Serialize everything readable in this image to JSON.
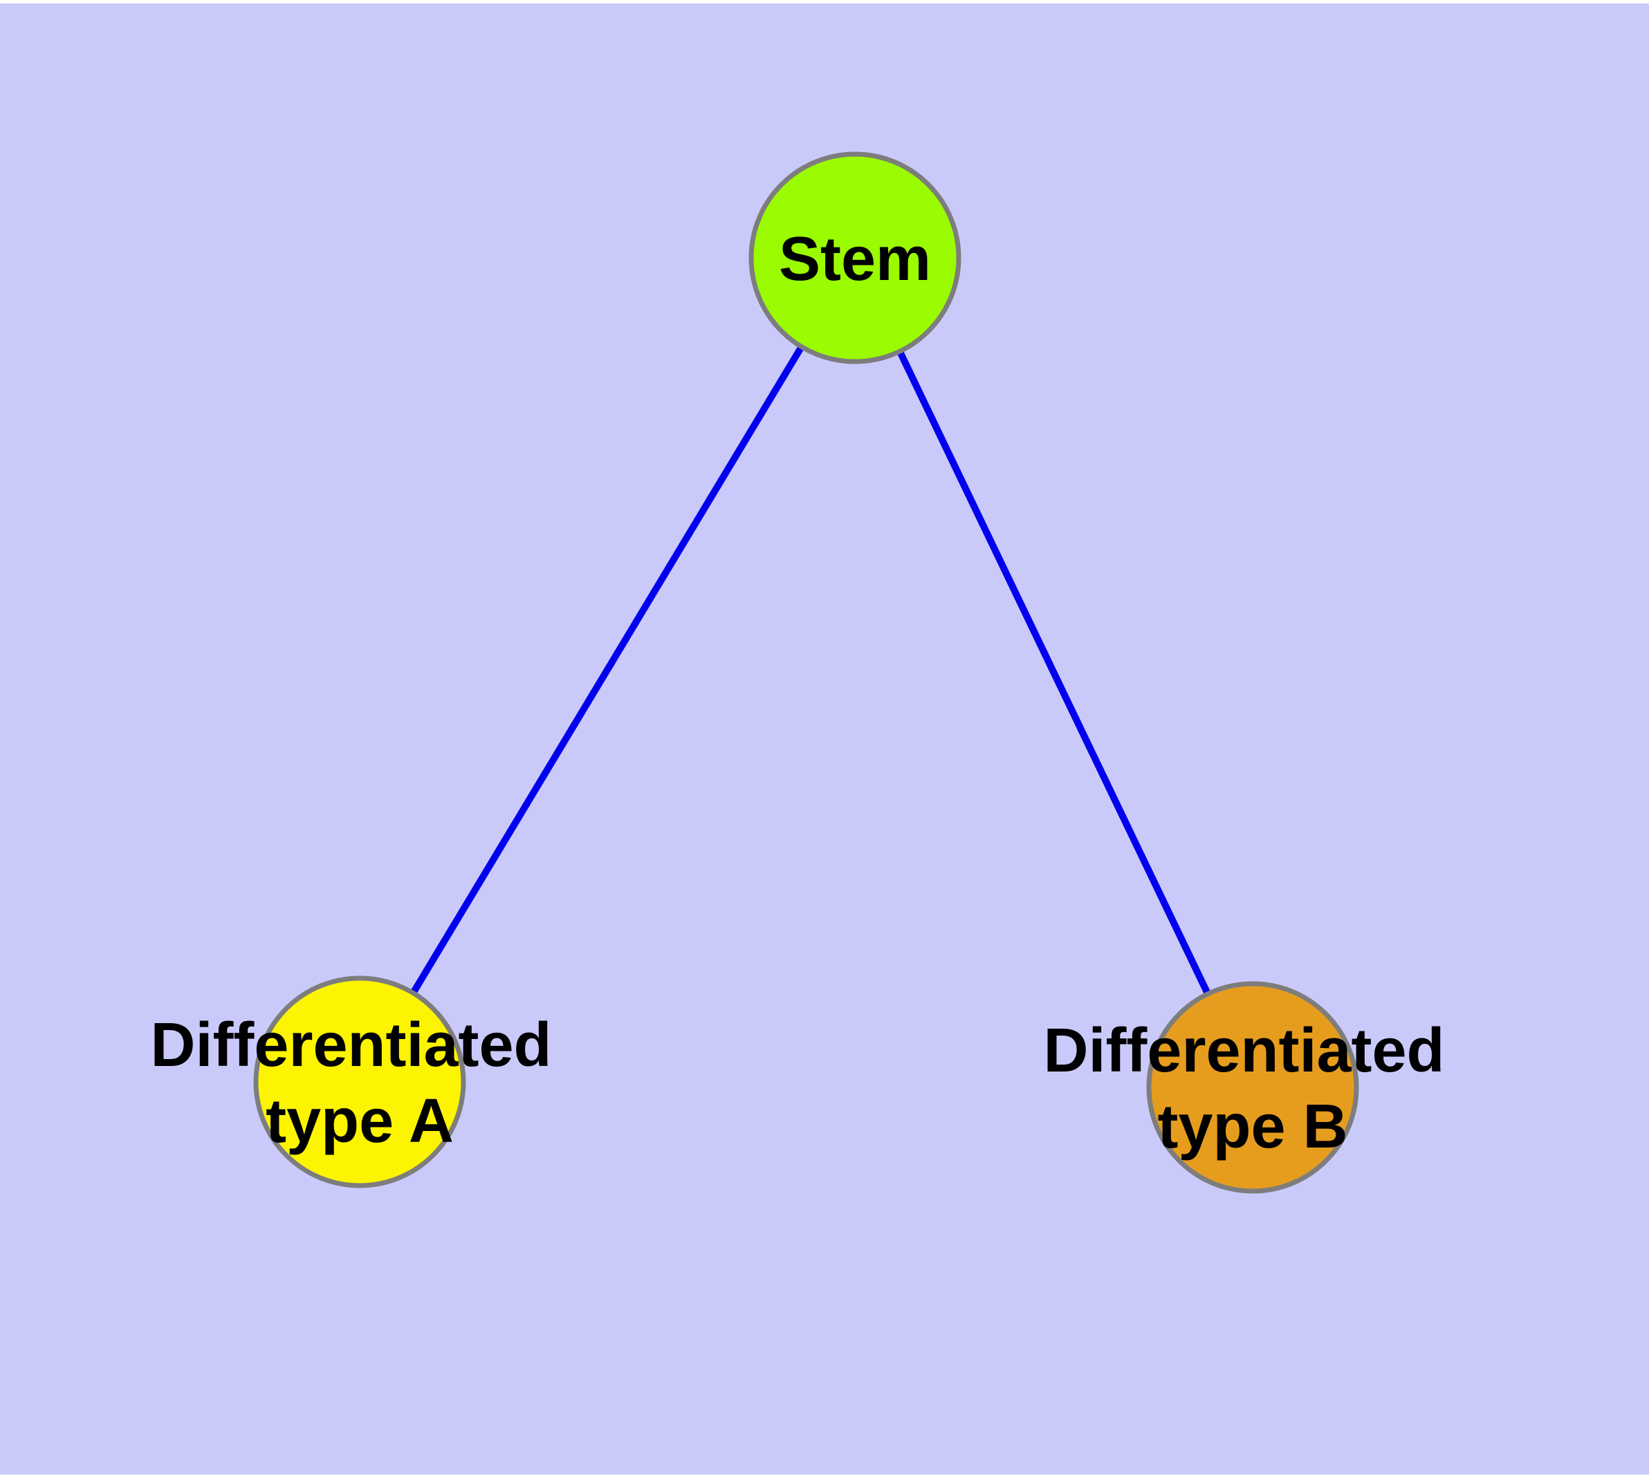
{
  "canvas": {
    "background_color": "#cacafa",
    "margin_color": "#ffffff"
  },
  "graph": {
    "type": "node-link-diagram",
    "node_radius": 150,
    "node_stroke_color": "#7d7d7d",
    "node_stroke_width": 7,
    "edge_color": "#0000ee",
    "edge_width": 10,
    "label_color": "#000000",
    "nodes": [
      {
        "id": "stem",
        "label": "Stem",
        "lines": [
          "Stem"
        ],
        "fill": "#9bfb00"
      },
      {
        "id": "differentiated-type-a",
        "label": "Differentiated type A",
        "lines": [
          "Differentiated",
          "type A"
        ],
        "fill": "#fcf400"
      },
      {
        "id": "differentiated-type-b",
        "label": "Differentiated type B",
        "lines": [
          "Differentiated",
          "type B"
        ],
        "fill": "#e69d1e"
      }
    ],
    "edges": [
      {
        "from": "stem",
        "to": "differentiated-type-a"
      },
      {
        "from": "stem",
        "to": "differentiated-type-b"
      }
    ]
  }
}
